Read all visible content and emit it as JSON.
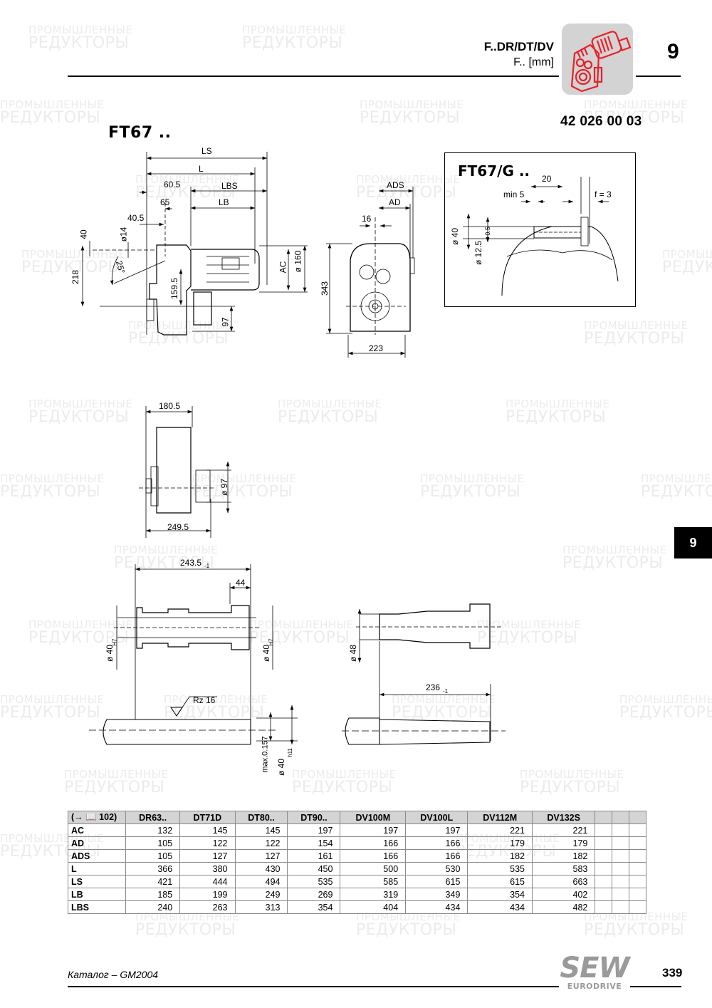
{
  "header": {
    "title": "F..DR/DT/DV",
    "subtitle": "F.. [mm]",
    "chapter": "9",
    "icon": "gear-motor-icon",
    "icon_color": "#e8202a"
  },
  "document_number": "42 026 00 03",
  "drawing": {
    "model_title": "FT67 ..",
    "inset_title": "FT67/G ..",
    "side_view_dims": {
      "LS": "LS",
      "L": "L",
      "LBS": "LBS",
      "LB": "LB",
      "d60_5": "60.5",
      "d65": "65",
      "d40_5": "40.5",
      "d40": "40",
      "d14": "ø14",
      "angle": "25°",
      "d218": "218",
      "d159_5": "159.5",
      "d97": "97",
      "AC": "AC",
      "d160": "ø 160"
    },
    "front_view_dims": {
      "ADS": "ADS",
      "AD": "AD",
      "d16": "16",
      "d343": "343",
      "d223": "223"
    },
    "inset_dims": {
      "d20": "20",
      "min5": "min 5",
      "f3": "f = 3",
      "d40": "ø 40",
      "d12_5": "ø 12.5",
      "tol": "+0.5"
    },
    "top_view_dims": {
      "d180_5": "180.5",
      "d249_5": "249.5",
      "d97": "ø 97"
    },
    "shaft_dims": {
      "d243_5": "243.5",
      "tol1": "-1",
      "d44": "44",
      "d40h7_left": "ø 40",
      "h7": "H7",
      "d40h7_right": "ø 40",
      "rz": "Rz 16",
      "max": "max.0.157",
      "d40h11": "ø 40",
      "h11": "h11",
      "d48": "ø 48",
      "d236": "236",
      "tol2": "-1"
    }
  },
  "side_tab": "9",
  "table": {
    "ref_label": "(→ 📖 102)",
    "columns": [
      "DR63..",
      "DT71D",
      "DT80..",
      "DT90..",
      "DV100M",
      "DV100L",
      "DV112M",
      "DV132S",
      "",
      "",
      ""
    ],
    "rows": [
      {
        "label": "AC",
        "values": [
          "132",
          "145",
          "145",
          "197",
          "197",
          "197",
          "221",
          "221",
          "",
          "",
          ""
        ]
      },
      {
        "label": "AD",
        "values": [
          "105",
          "122",
          "122",
          "154",
          "166",
          "166",
          "179",
          "179",
          "",
          "",
          ""
        ]
      },
      {
        "label": "ADS",
        "values": [
          "105",
          "127",
          "127",
          "161",
          "166",
          "166",
          "182",
          "182",
          "",
          "",
          ""
        ]
      },
      {
        "label": "L",
        "values": [
          "366",
          "380",
          "430",
          "450",
          "500",
          "530",
          "535",
          "583",
          "",
          "",
          ""
        ]
      },
      {
        "label": "LS",
        "values": [
          "421",
          "444",
          "494",
          "535",
          "585",
          "615",
          "615",
          "663",
          "",
          "",
          ""
        ]
      },
      {
        "label": "LB",
        "values": [
          "185",
          "199",
          "249",
          "269",
          "319",
          "349",
          "354",
          "402",
          "",
          "",
          ""
        ]
      },
      {
        "label": "LBS",
        "values": [
          "240",
          "263",
          "313",
          "354",
          "404",
          "434",
          "434",
          "482",
          "",
          "",
          ""
        ]
      }
    ]
  },
  "footer": {
    "catalog": "Каталог – GM2004",
    "brand": "SEW",
    "brand_sub": "EURODRIVE",
    "page_number": "339"
  },
  "watermark": {
    "line1": "ПРОМЫШЛЕННЫЕ",
    "line2": "РЕДУКТОРЫ"
  }
}
